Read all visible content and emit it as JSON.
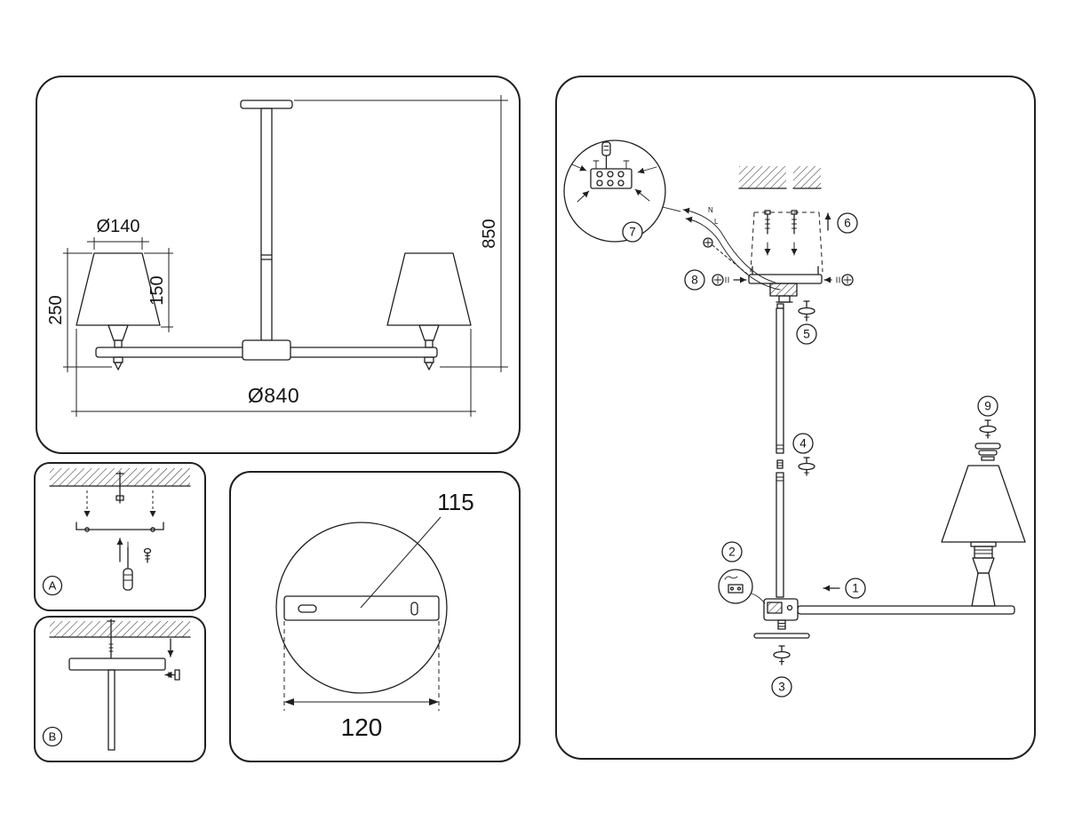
{
  "document": {
    "type": "ceiling-lamp-assembly-instruction",
    "ink_color": "#1f1f1f",
    "background": "#ffffff"
  },
  "overview": {
    "shade_diameter": "Ø140",
    "shade_height": "150",
    "fixture_drop": "250",
    "total_height": "850",
    "total_diameter": "Ø840"
  },
  "mount_method_a": {
    "label": "A"
  },
  "mount_method_b": {
    "label": "B"
  },
  "mounting_plate": {
    "hole_spacing": "115",
    "plate_width": "120"
  },
  "assembly": {
    "steps": [
      "1",
      "2",
      "3",
      "4",
      "5",
      "6",
      "7",
      "8",
      "9"
    ],
    "wire_neutral": "N",
    "wire_live": "L"
  }
}
